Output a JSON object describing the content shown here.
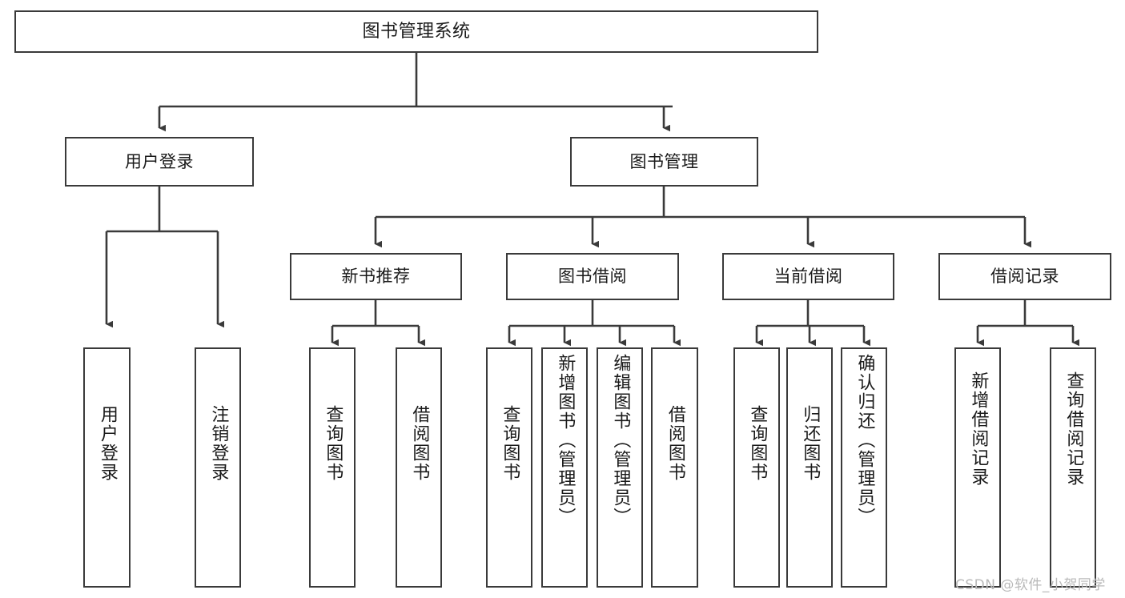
{
  "diagram": {
    "title": "图书管理系统",
    "type": "tree-hierarchy-chart",
    "colors": {
      "box_border": "#3a3a3a",
      "box_fill": "#ffffff",
      "edge": "#3a3a3a",
      "text": "#1a1a1a",
      "watermark": "#b9b9b9"
    },
    "root": {
      "label": "图书管理系统"
    },
    "level2": [
      {
        "label": "用户登录"
      },
      {
        "label": "图书管理"
      }
    ],
    "level3": [
      {
        "label": "新书推荐"
      },
      {
        "label": "图书借阅"
      },
      {
        "label": "当前借阅"
      },
      {
        "label": "借阅记录"
      }
    ],
    "leaves": {
      "user_login": [
        {
          "label": "用户登录"
        },
        {
          "label": "注销登录"
        }
      ],
      "new_book_recommend": [
        {
          "label": "查询图书"
        },
        {
          "label": "借阅图书"
        }
      ],
      "book_borrow": [
        {
          "label": "查询图书"
        },
        {
          "label": "新增图书（管理员）"
        },
        {
          "label": "编辑图书（管理员）"
        },
        {
          "label": "借阅图书"
        }
      ],
      "current_borrow": [
        {
          "label": "查询图书"
        },
        {
          "label": "归还图书"
        },
        {
          "label": "确认归还（管理员）"
        }
      ],
      "borrow_record": [
        {
          "label": "新增借阅记录"
        },
        {
          "label": "查询借阅记录"
        }
      ]
    },
    "watermark": "CSDN @软件_小贺同学"
  }
}
